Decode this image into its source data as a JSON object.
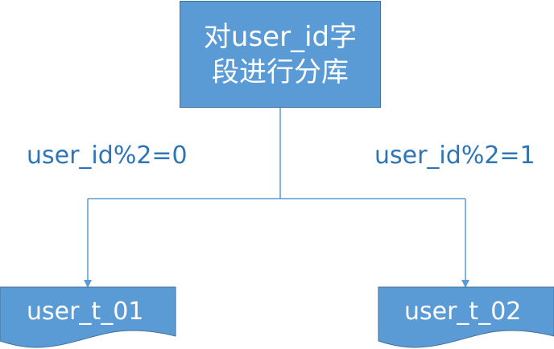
{
  "root": {
    "line1": "对user_id字",
    "line2": "段进行分库"
  },
  "branches": [
    {
      "condition": "user_id%2=0",
      "target": "user_t_01"
    },
    {
      "condition": "user_id%2=1",
      "target": "user_t_02"
    }
  ],
  "colors": {
    "fill": "#5B9BD5",
    "border": "#41719C",
    "connector": "#5B9BD5",
    "label": "#2E75B6",
    "text": "#FFFFFF"
  }
}
